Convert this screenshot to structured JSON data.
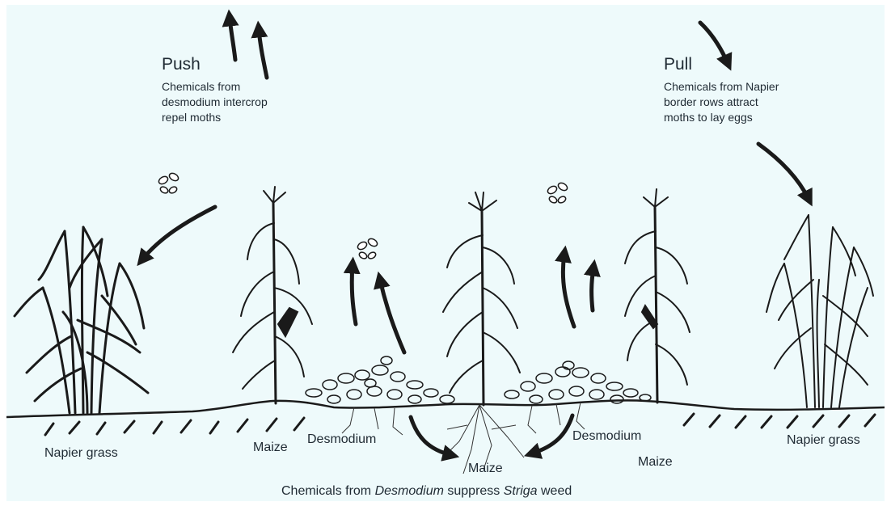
{
  "push": {
    "title": "Push",
    "desc_lines": [
      "Chemicals from",
      "desmodium intercrop",
      "repel moths"
    ]
  },
  "pull": {
    "title": "Pull",
    "desc_lines": [
      "Chemicals from Napier",
      "border rows attract",
      "moths to lay eggs"
    ]
  },
  "labels": {
    "napier_left": "Napier grass",
    "maize_left": "Maize",
    "desmodium_left": "Desmodium",
    "maize_center": "Maize",
    "desmodium_right": "Desmodium",
    "maize_right": "Maize",
    "napier_right": "Napier grass"
  },
  "caption": {
    "before": "Chemicals from ",
    "desmodium": "Desmodium",
    "middle": " suppress ",
    "striga": "Striga",
    "after": " weed"
  },
  "colors": {
    "background": "#eefafb",
    "ink": "#1a1a1a",
    "text": "#1f2a33"
  }
}
